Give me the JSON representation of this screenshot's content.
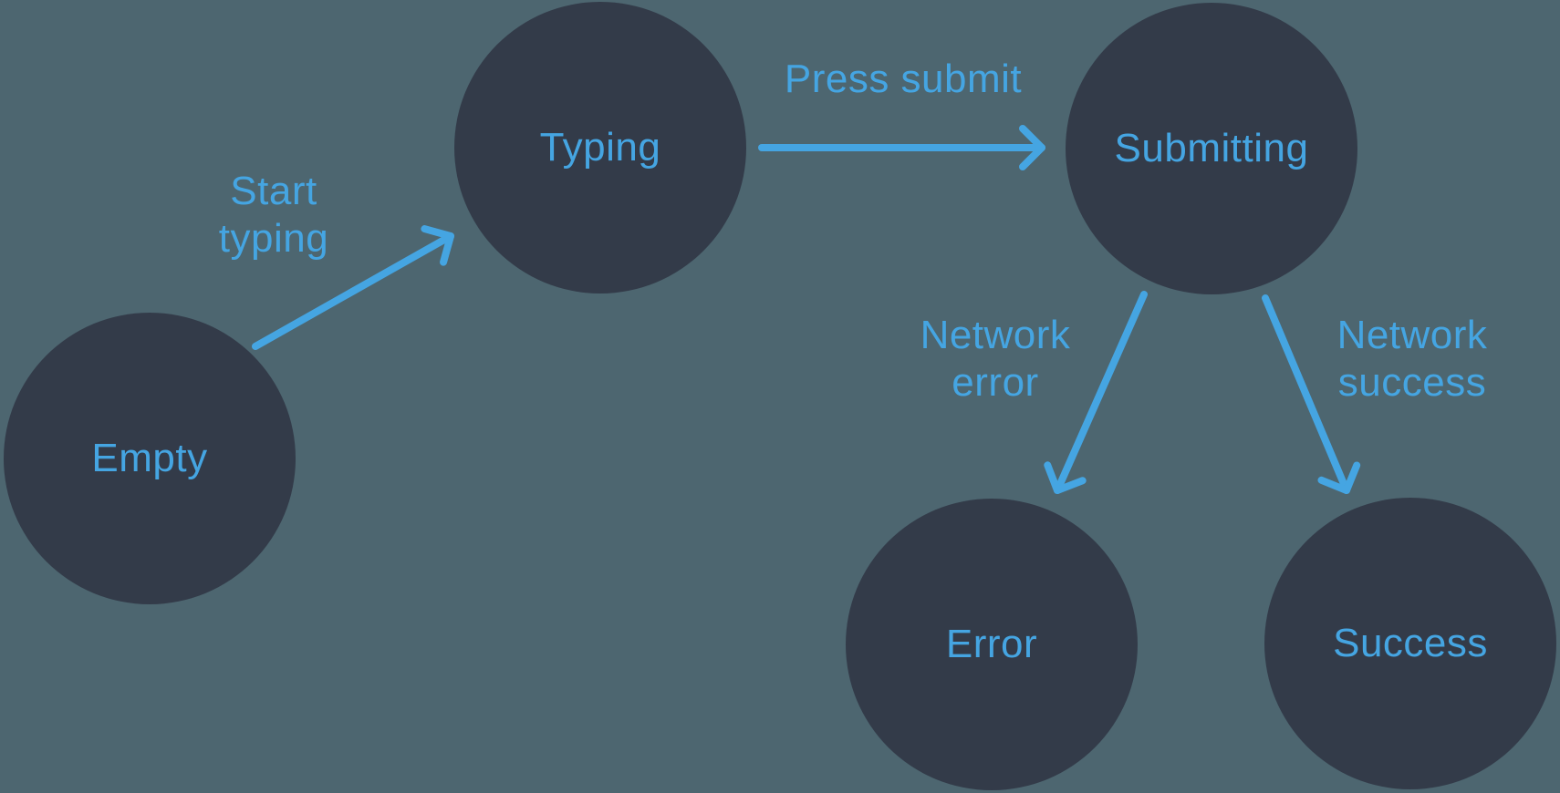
{
  "diagram": {
    "type": "state-machine",
    "colors": {
      "background": "#4d6670",
      "node_fill": "#333b49",
      "accent_blue": "#45a5e2"
    },
    "nodes": [
      {
        "id": "empty",
        "label": "Empty"
      },
      {
        "id": "typing",
        "label": "Typing"
      },
      {
        "id": "submitting",
        "label": "Submitting"
      },
      {
        "id": "error",
        "label": "Error"
      },
      {
        "id": "success",
        "label": "Success"
      }
    ],
    "transitions": [
      {
        "id": "start-typing",
        "from": "empty",
        "to": "typing",
        "label": "Start typing",
        "label_lines": [
          "Start",
          "typing"
        ]
      },
      {
        "id": "press-submit",
        "from": "typing",
        "to": "submitting",
        "label": "Press submit",
        "label_lines": [
          "Press submit"
        ]
      },
      {
        "id": "network-error",
        "from": "submitting",
        "to": "error",
        "label": "Network error",
        "label_lines": [
          "Network",
          "error"
        ]
      },
      {
        "id": "network-success",
        "from": "submitting",
        "to": "success",
        "label": "Network success",
        "label_lines": [
          "Network",
          "success"
        ]
      }
    ]
  }
}
